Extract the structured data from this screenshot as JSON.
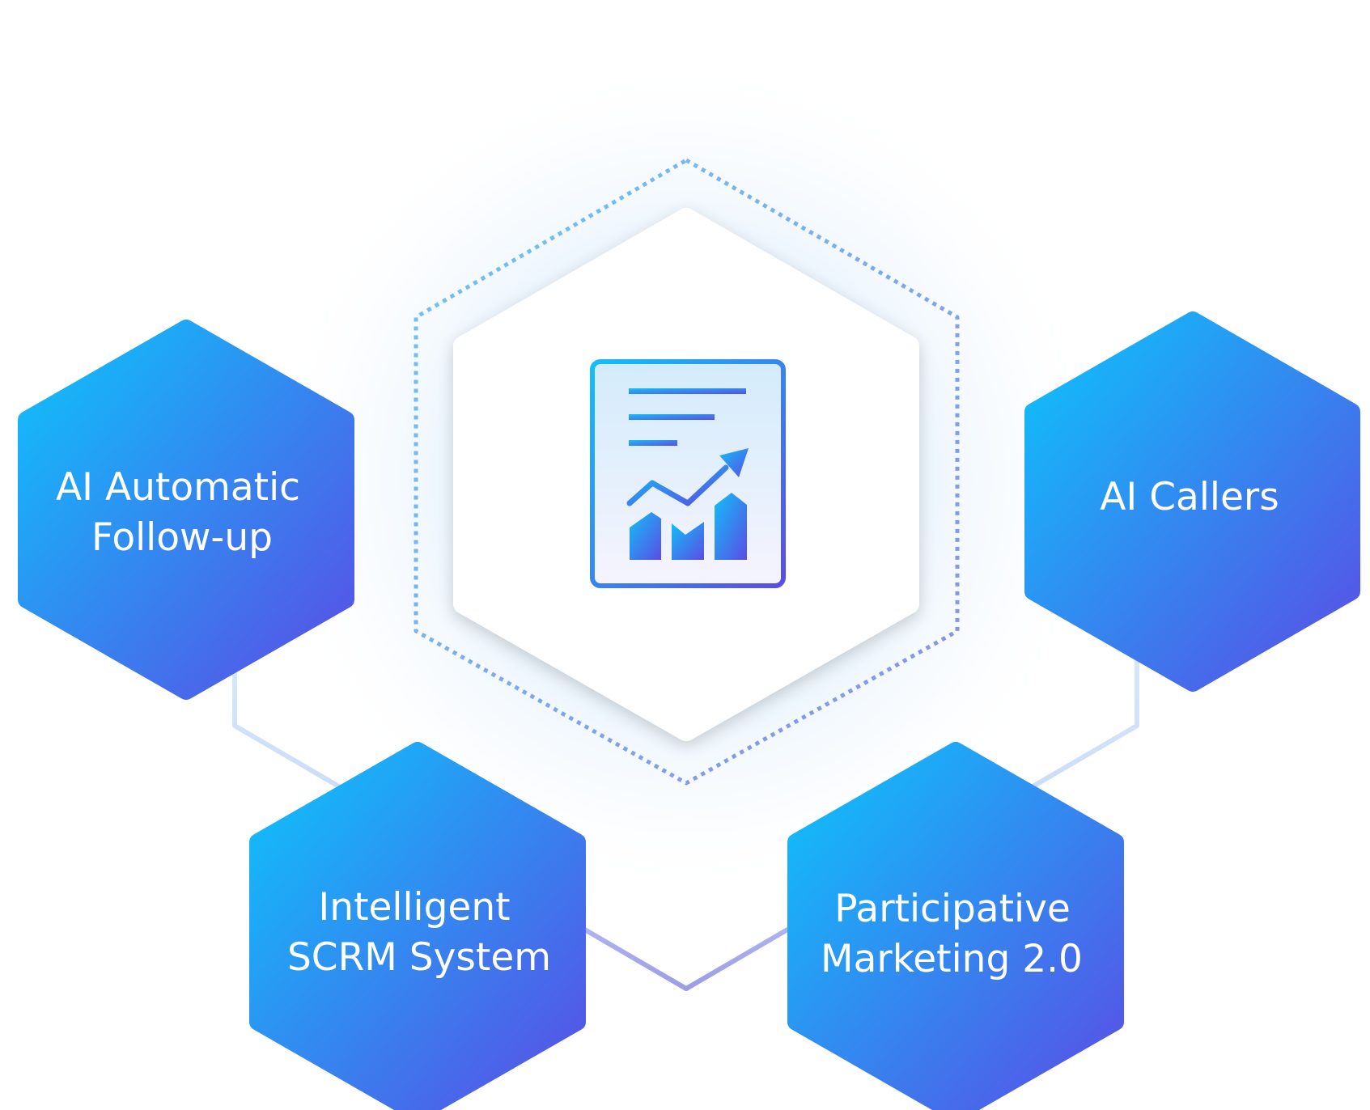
{
  "center": {
    "icon": "growth-report-icon"
  },
  "nodes": [
    {
      "id": "ai-automatic-follow-up",
      "lines": [
        "AI Automatic",
        "Follow-up"
      ]
    },
    {
      "id": "ai-callers",
      "lines": [
        "AI Callers"
      ]
    },
    {
      "id": "intelligent-scrm-system",
      "lines": [
        "Intelligent",
        "SCRM System"
      ]
    },
    {
      "id": "participative-marketing",
      "lines": [
        "Participative",
        "Marketing 2.0"
      ]
    }
  ],
  "colors": {
    "hex_gradient_start": "#0dc3fb",
    "hex_gradient_end": "#5a4de5",
    "connector_light": "#cfe4f8",
    "connector_purple": "#9b9ce8",
    "dotted_ring_start": "#6cc7f5",
    "dotted_ring_end": "#8b8ee6",
    "glow": "#cfe6fb"
  }
}
